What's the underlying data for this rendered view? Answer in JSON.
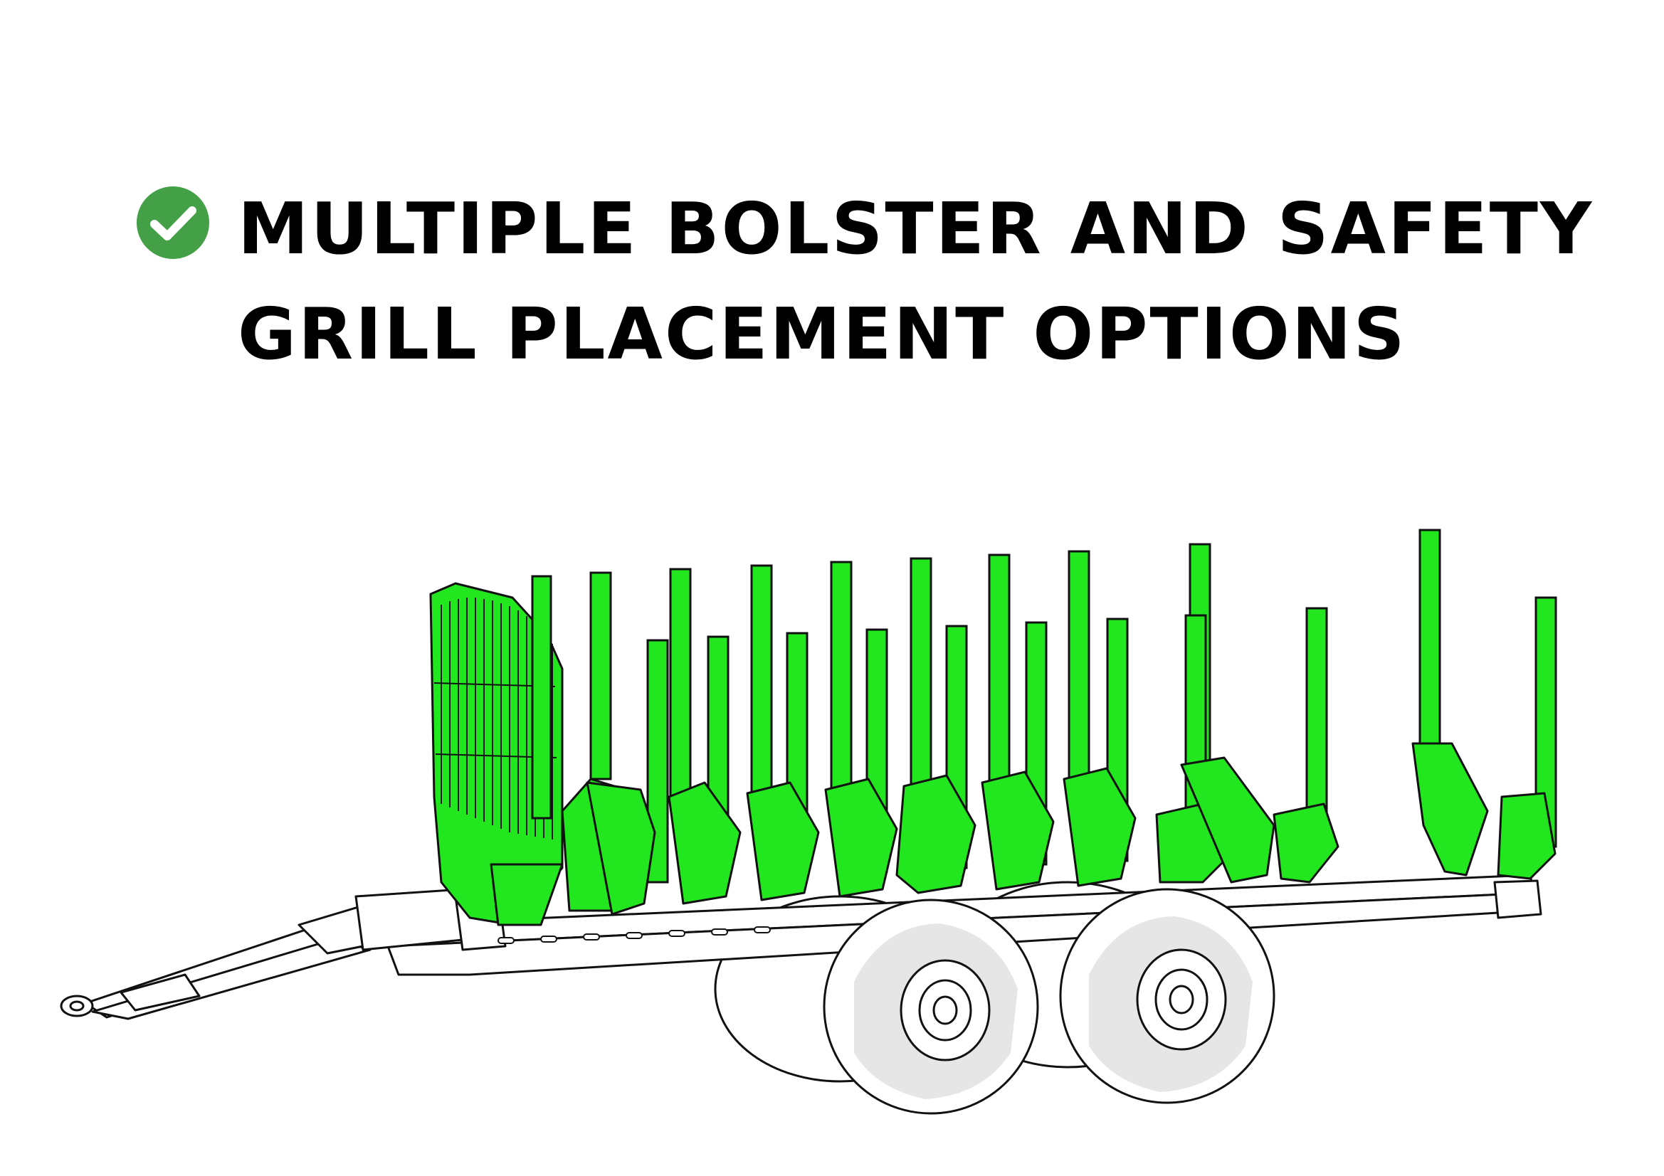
{
  "headline": {
    "line1": "MULTIPLE BOLSTER AND SAFETY",
    "line2": "GRILL PLACEMENT OPTIONS",
    "check_icon": "check-circle-icon"
  },
  "colors": {
    "accent_green": "#22e61e",
    "check_green": "#43a047",
    "line": "#111111",
    "tire_shade": "#e6e6e6",
    "background": "#ffffff"
  },
  "illustration": {
    "subject": "log-trailer",
    "icons": [
      "safety-grill",
      "bolster",
      "stake",
      "tire",
      "wheel-hub",
      "drawbar",
      "hitch-eye"
    ]
  }
}
